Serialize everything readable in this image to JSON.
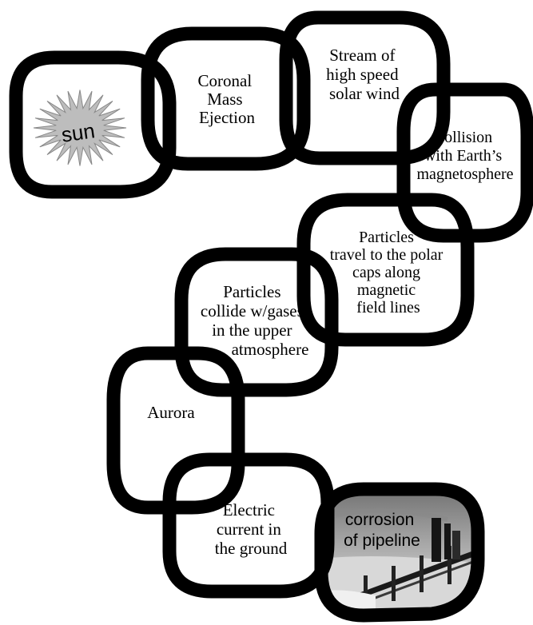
{
  "diagram": {
    "nodes": [
      {
        "id": "sun",
        "lines": [
          "sun"
        ]
      },
      {
        "id": "cme",
        "lines": [
          "Coronal",
          "Mass",
          "Ejection"
        ]
      },
      {
        "id": "solar-wind",
        "lines": [
          "Stream of",
          "high speed",
          "solar wind"
        ]
      },
      {
        "id": "collision",
        "lines": [
          "Collision",
          "with Earth’s",
          "magnetosphere"
        ]
      },
      {
        "id": "particles-travel",
        "lines": [
          "Particles",
          "travel to the polar",
          "caps along",
          "magnetic",
          "field lines"
        ]
      },
      {
        "id": "particles-collide",
        "lines": [
          "Particles",
          "collide w/gases",
          "in the upper",
          "atmosphere"
        ]
      },
      {
        "id": "aurora",
        "lines": [
          "Aurora"
        ]
      },
      {
        "id": "electric-current",
        "lines": [
          "Electric",
          "current in",
          "the ground"
        ]
      },
      {
        "id": "corrosion",
        "lines": [
          "corrosion",
          "of pipeline"
        ]
      }
    ],
    "colors": {
      "ring": "#000000",
      "sun": "#bdbdbd",
      "photo_sky": "#9a9a9a",
      "photo_ground": "#e0e0e0"
    }
  }
}
